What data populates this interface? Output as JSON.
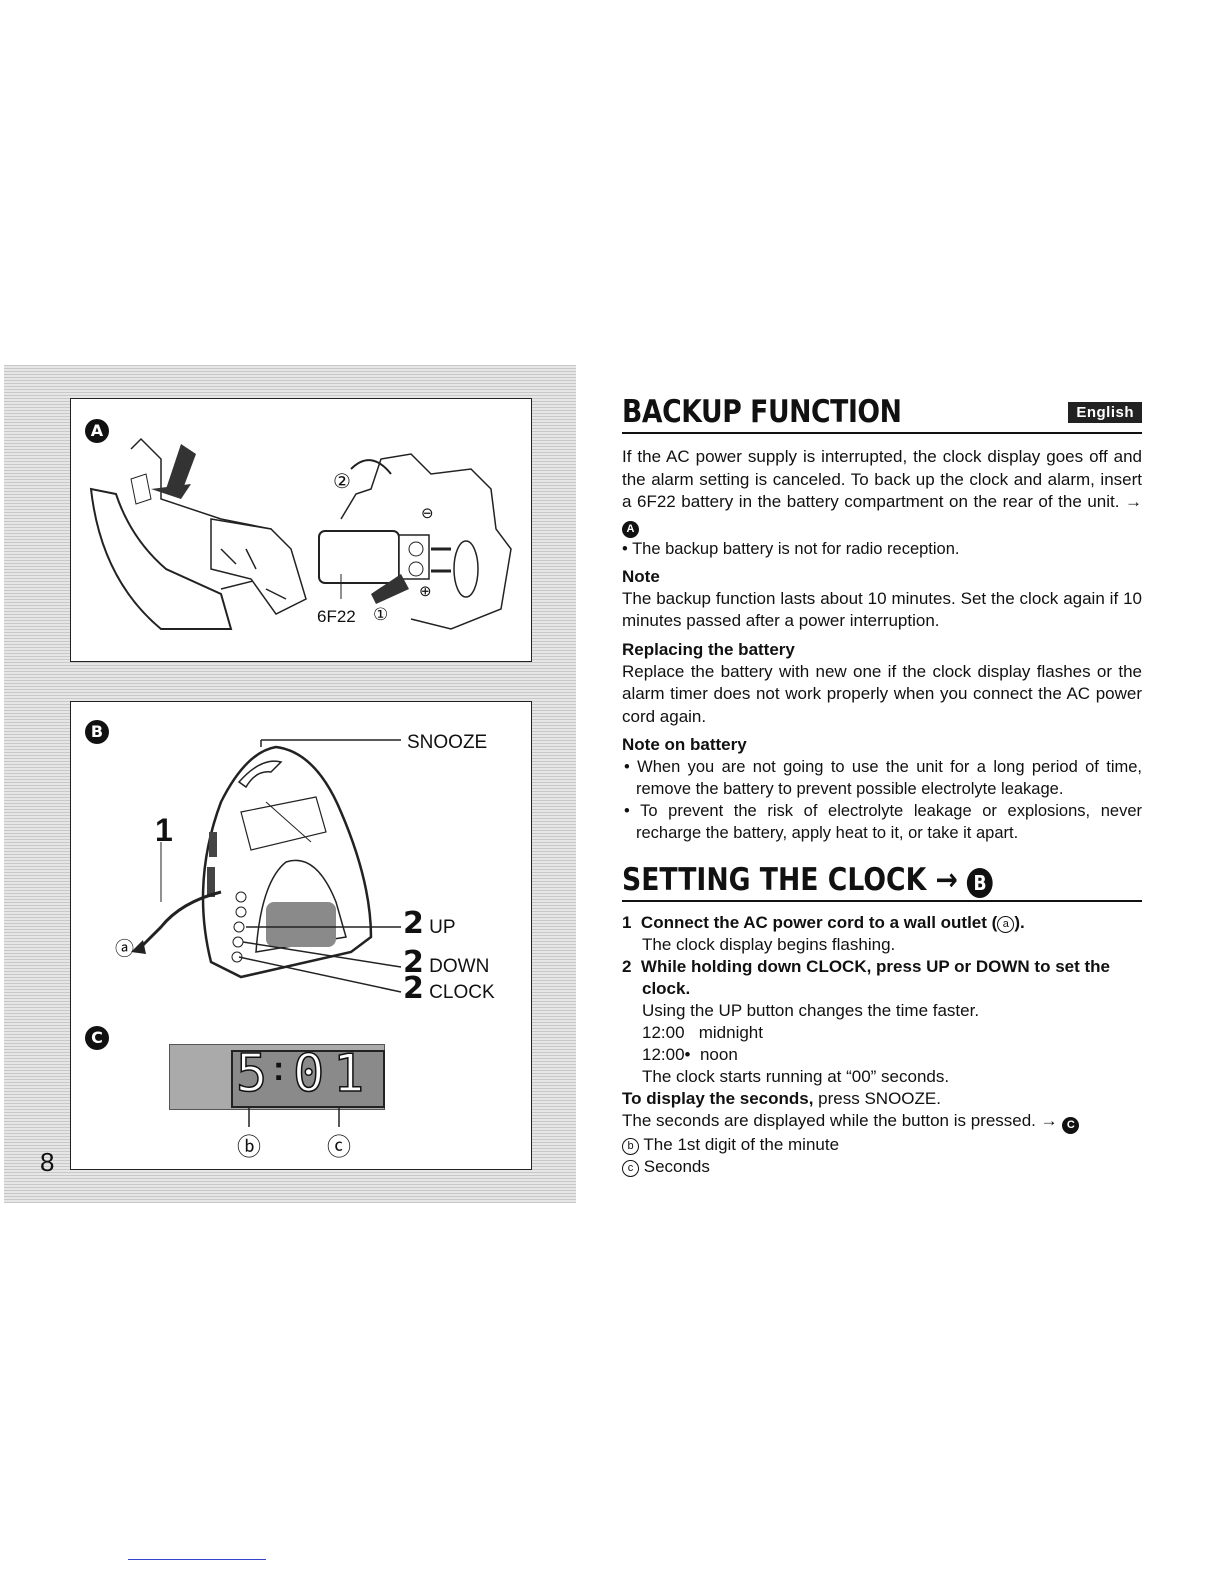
{
  "page_number": "8",
  "language_badge": "English",
  "figure_a": {
    "badge": "A",
    "battery_label": "6F22",
    "step1": "①",
    "step2": "②",
    "minus": "⊖",
    "plus": "⊕"
  },
  "figure_b": {
    "badge": "B",
    "snooze": "SNOOZE",
    "num1": "1",
    "callout_a": "ⓐ",
    "up_num": "2",
    "up": "UP",
    "down_num": "2",
    "down": "DOWN",
    "clock_num": "2",
    "clock": "CLOCK"
  },
  "figure_c": {
    "badge": "C",
    "display_hour": "5",
    "display_min_tens": "0",
    "display_min_ones": "1",
    "callout_b": "ⓑ",
    "callout_c": "ⓒ"
  },
  "backup": {
    "title": "BACKUP FUNCTION",
    "intro": "If the AC power supply is interrupted, the clock display goes off and the alarm setting is canceled. To back up the clock and alarm, insert a 6F22 battery in the battery compartment on the rear of the unit. →",
    "intro_ref": "A",
    "bullet1": "• The backup battery is not for radio reception.",
    "note_title": "Note",
    "note_text": "The backup function lasts about 10 minutes.  Set the clock again if 10 minutes passed after a power interruption.",
    "replace_title": "Replacing the battery",
    "replace_text": "Replace the battery with new one if the clock display flashes or the alarm timer does not work properly when you connect the AC power cord again.",
    "note_batt_title": "Note on battery",
    "note_batt_1": "• When you are not going to use the unit for a long period of time, remove the battery to prevent possible electrolyte leakage.",
    "note_batt_2": "• To prevent the risk of electrolyte leakage or explosions, never recharge the battery, apply heat to it, or take it apart."
  },
  "setting": {
    "title": "SETTING THE CLOCK →",
    "title_ref": "B",
    "step1_num": "1",
    "step1_bold": "Connect the AC power cord to a wall outlet (",
    "step1_circ": "a",
    "step1_end": ").",
    "step1_sub": "The clock display begins flashing.",
    "step2_num": "2",
    "step2_bold": "While holding down CLOCK, press UP or DOWN to set the clock.",
    "step2_sub1": "Using the UP button changes the time faster.",
    "midnight_time": "12:00",
    "midnight": "midnight",
    "noon_time": "12:00•",
    "noon": "noon",
    "step2_sub2": "The clock starts running at “00” seconds.",
    "display_bold": "To display the seconds,",
    "display_rest": " press SNOOZE.",
    "seconds_text": "The seconds are displayed while the button is pressed. →",
    "seconds_ref": "C",
    "b_circ": "b",
    "b_text": "The 1st digit of the minute",
    "c_circ": "c",
    "c_text": "Seconds"
  }
}
